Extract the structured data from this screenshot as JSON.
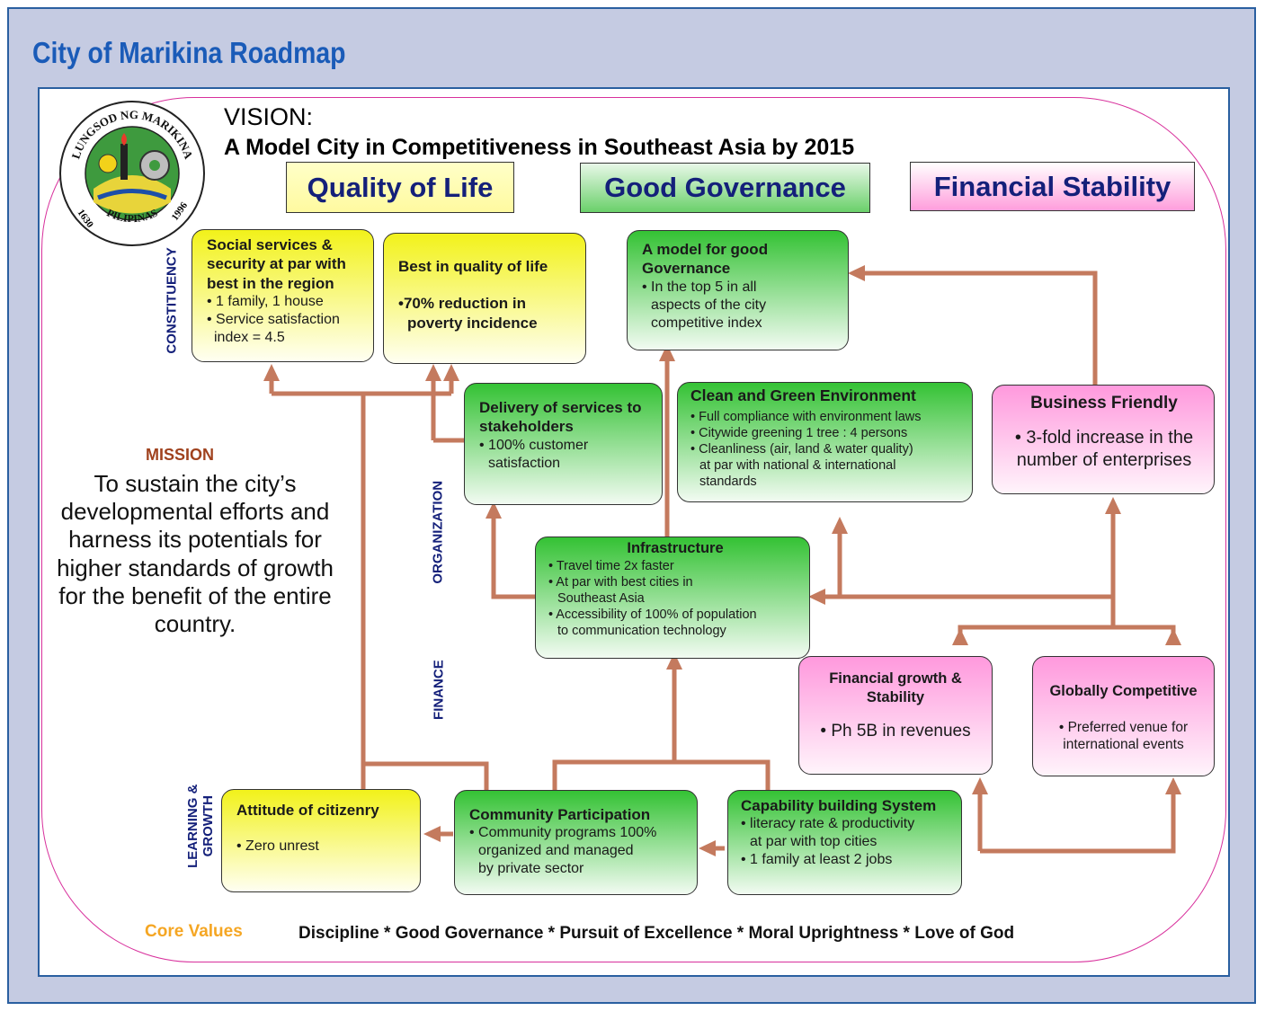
{
  "title": "City of Marikina Roadmap",
  "vision": {
    "label": "VISION:",
    "text": "A Model City in Competitiveness in Southeast Asia by 2015"
  },
  "themes": {
    "quality_of_life": "Quality of Life",
    "good_governance": "Good Governance",
    "financial_stability": "Financial Stability"
  },
  "perspectives": {
    "constituency": "CONSTITUENCY",
    "organization": "ORGANIZATION",
    "finance": "FINANCE",
    "learning_growth_1": "LEARNING &",
    "learning_growth_2": "GROWTH"
  },
  "mission": {
    "label": "MISSION",
    "text": "To sustain the city’s developmental efforts and harness its potentials for higher standards of growth for the benefit of the entire country."
  },
  "logo": {
    "text_top": "LUNGSOD NG MARIKINA",
    "text_bottom": "PILIPINAS",
    "year_left": "1630",
    "year_right": "1996"
  },
  "boxes": {
    "social_services": {
      "title": "Social services & security at par with best in the region",
      "items": [
        "• 1 family, 1 house",
        "• Service satisfaction",
        "  index = 4.5"
      ]
    },
    "best_qol": {
      "title": "Best in quality of life",
      "items": [
        "•70% reduction in",
        "poverty incidence"
      ]
    },
    "model_governance": {
      "title": "A model for good Governance",
      "items": [
        "• In the top 5  in all",
        "aspects of the city",
        "competitive index"
      ]
    },
    "delivery": {
      "title": "Delivery of services to stakeholders",
      "items": [
        "• 100% customer",
        "satisfaction"
      ]
    },
    "clean_green": {
      "title": "Clean and Green Environment",
      "items": [
        "• Full compliance with environment laws",
        "• Citywide greening  1 tree : 4 persons",
        "•  Cleanliness (air, land & water quality)",
        "at par with national & international",
        "standards"
      ]
    },
    "business_friendly": {
      "title": "Business Friendly",
      "items": [
        "• 3-fold increase in the",
        "number of enterprises"
      ]
    },
    "infrastructure": {
      "title": "Infrastructure",
      "items": [
        "• Travel time 2x faster",
        "• At par with best cities in",
        "Southeast Asia",
        "• Accessibility of 100% of  population",
        "to communication technology"
      ]
    },
    "financial_growth": {
      "title": "Financial growth & Stability",
      "items": [
        "• Ph 5B in revenues"
      ]
    },
    "globally_competitive": {
      "title": "Globally Competitive",
      "items": [
        "• Preferred venue for",
        "international events"
      ]
    },
    "attitude": {
      "title": "Attitude of citizenry",
      "items": [
        "• Zero unrest"
      ]
    },
    "community": {
      "title": "Community Participation",
      "items": [
        "• Community programs 100%",
        "organized and managed",
        "by private sector"
      ]
    },
    "capability": {
      "title": "Capability building System",
      "items": [
        "• literacy rate & productivity",
        "at par with top cities",
        "• 1 family at least 2 jobs"
      ]
    }
  },
  "core_values": {
    "label": "Core Values",
    "text": "Discipline * Good Governance * Pursuit of Excellence * Moral Uprightness  * Love of God"
  },
  "colors": {
    "arrow": "#c47a5e",
    "title": "#1a5bb8",
    "background": "#c5cbe2"
  }
}
